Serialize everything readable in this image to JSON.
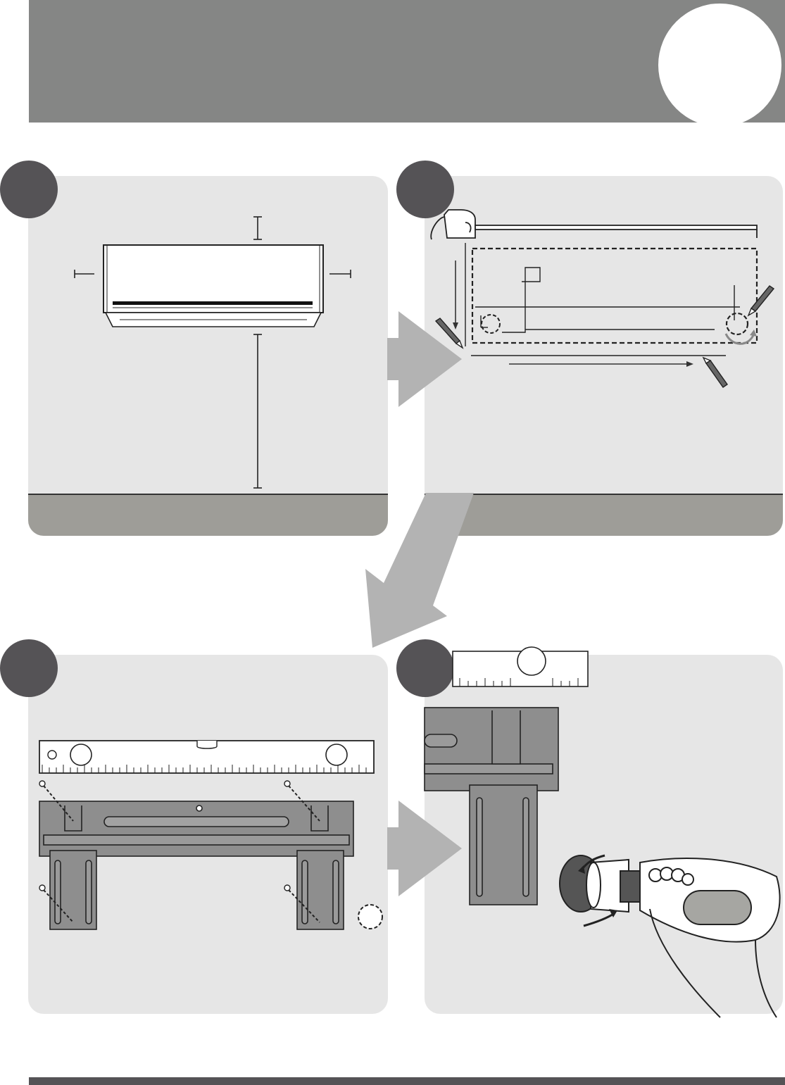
{
  "colors": {
    "header_band": "#858685",
    "panel_bg": "#e6e6e6",
    "panel_footer": "#9e9d98",
    "step_badge": "#555356",
    "flow_arrow": "#b3b3b3",
    "bracket_plate": "#8e8e8e",
    "line_dark": "#333333"
  },
  "steps": [
    {
      "icon": "clearance-diagram"
    },
    {
      "icon": "tape-measure-marking"
    },
    {
      "icon": "spirit-level-bracket"
    },
    {
      "icon": "drill-hole"
    }
  ]
}
